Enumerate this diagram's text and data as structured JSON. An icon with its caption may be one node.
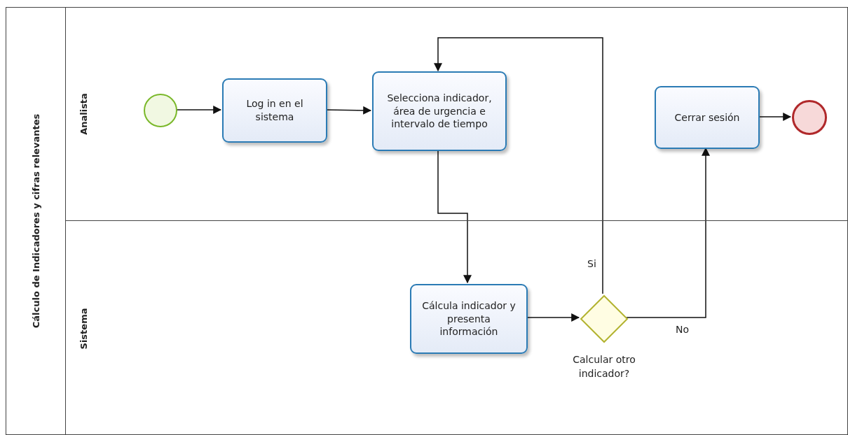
{
  "diagram": {
    "nodes": [
      {
        "text": [
          "Cálculo de Indicadores y cifras relevantes"
        ]
      },
      {
        "text": [
          "Analista"
        ],
        "in": 0
      },
      {
        "text": [
          "Sistema"
        ],
        "in": 0
      },
      {
        "text": [],
        "shape": "circle",
        "in": 1
      },
      {
        "text": [
          "Log in en el sistema"
        ],
        "in": 1
      },
      {
        "text": [
          "Selecciona indicador, área de urgencia e intervalo de tiempo"
        ],
        "in": 1
      },
      {
        "text": [
          "Cerrar sesión"
        ],
        "in": 1
      },
      {
        "text": [],
        "shape": "circle",
        "in": 1
      },
      {
        "text": [
          "Cálcula indicador y presenta información"
        ],
        "in": 2
      },
      {
        "text": [],
        "shape": "diamond",
        "in": 2,
        "beside": [
          "Calcular otro indicador?"
        ]
      }
    ],
    "edges": [
      {
        "from": 3,
        "to": 4,
        "arrow": "to"
      },
      {
        "from": 4,
        "to": 5,
        "arrow": "to"
      },
      {
        "from": 5,
        "to": 8,
        "arrow": "to"
      },
      {
        "from": 8,
        "to": 9,
        "arrow": "to"
      },
      {
        "from": 9,
        "to": 5,
        "arrow": "to",
        "label": "Si"
      },
      {
        "from": 9,
        "to": 6,
        "arrow": "to",
        "label": "No"
      },
      {
        "from": 6,
        "to": 7,
        "arrow": "to"
      }
    ]
  }
}
